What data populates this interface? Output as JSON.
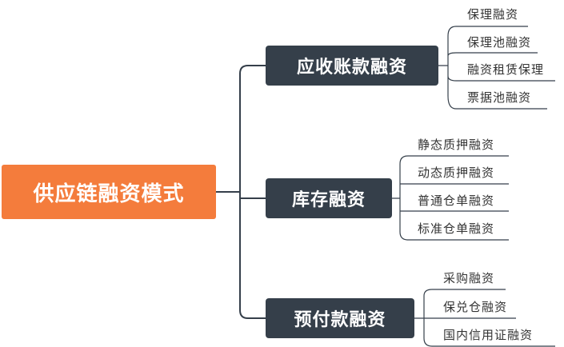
{
  "root": {
    "label": "供应链融资模式"
  },
  "branches": [
    {
      "label": "应收账款融资",
      "leaves": [
        "保理融资",
        "保理池融资",
        "融资租赁保理",
        "票据池融资"
      ]
    },
    {
      "label": "库存融资",
      "leaves": [
        "静态质押融资",
        "动态质押融资",
        "普通仓单融资",
        "标准仓单融资"
      ]
    },
    {
      "label": "预付款融资",
      "leaves": [
        "采购融资",
        "保兑仓融资",
        "国内信用证融资"
      ]
    }
  ],
  "colors": {
    "root": "#f47c3c",
    "branch": "#353f4a",
    "line": "#353f4a",
    "leaf_text": "#333333"
  }
}
